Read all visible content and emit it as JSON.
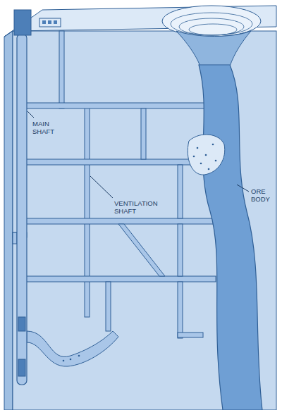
{
  "diagram": {
    "labels": [
      "MAIN SHAFT",
      "VENTILATION SHAFT",
      "ORE BODY"
    ]
  }
}
